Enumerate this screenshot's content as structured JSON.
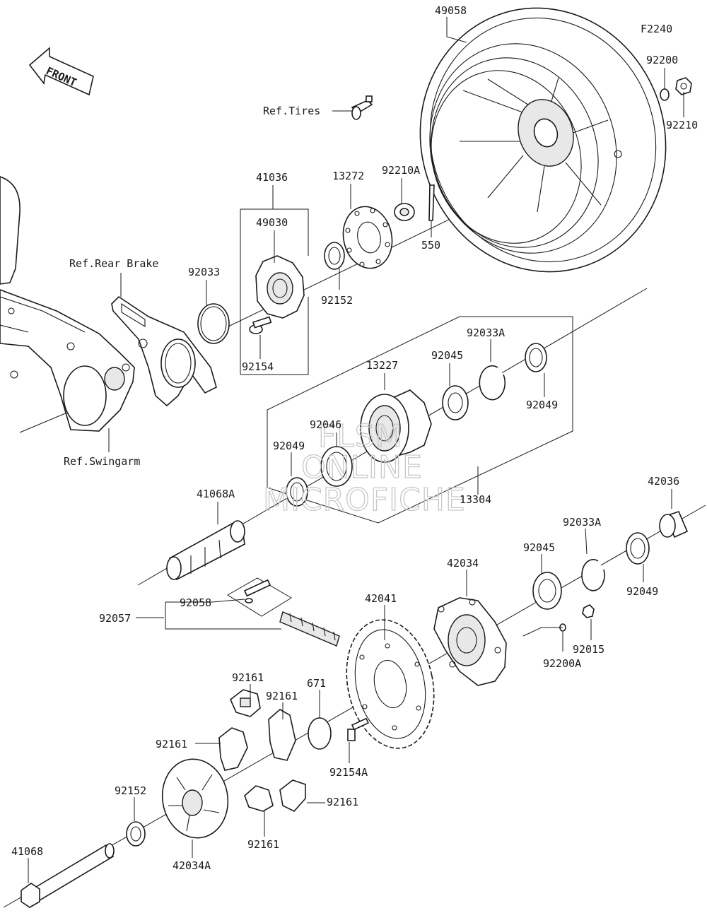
{
  "figure_code": "F2240",
  "front_arrow_text": "FRONT",
  "watermark": [
    "FLSM",
    "ONLINE",
    "MICROFICHE"
  ],
  "labels": {
    "p49058": "49058",
    "p92200": "92200",
    "p92210": "92210",
    "ref_tires": "Ref.Tires",
    "p41036": "41036",
    "p13272": "13272",
    "p92210A": "92210A",
    "p49030": "49030",
    "p550": "550",
    "ref_rear_brake": "Ref.Rear Brake",
    "p92033": "92033",
    "p92152_top": "92152",
    "p92154": "92154",
    "p92033A_top": "92033A",
    "p13227": "13227",
    "p92045_top": "92045",
    "p92046": "92046",
    "p92049_right": "92049",
    "p92049_left": "92049",
    "ref_swingarm": "Ref.Swingarm",
    "p41068A": "41068A",
    "p13304": "13304",
    "p42036": "42036",
    "p92033A_mid": "92033A",
    "p92045_mid": "92045",
    "p42034": "42034",
    "p92049_mid": "92049",
    "p92057": "92057",
    "p92058": "92058",
    "p42041": "42041",
    "p92015": "92015",
    "p92200A": "92200A",
    "p92161_a": "92161",
    "p92161_b": "92161",
    "p671": "671",
    "p92161_c": "92161",
    "p92154A": "92154A",
    "p92152_bottom": "92152",
    "p92161_d": "92161",
    "p41068": "41068",
    "p42034A": "42034A",
    "p92161_e": "92161"
  }
}
